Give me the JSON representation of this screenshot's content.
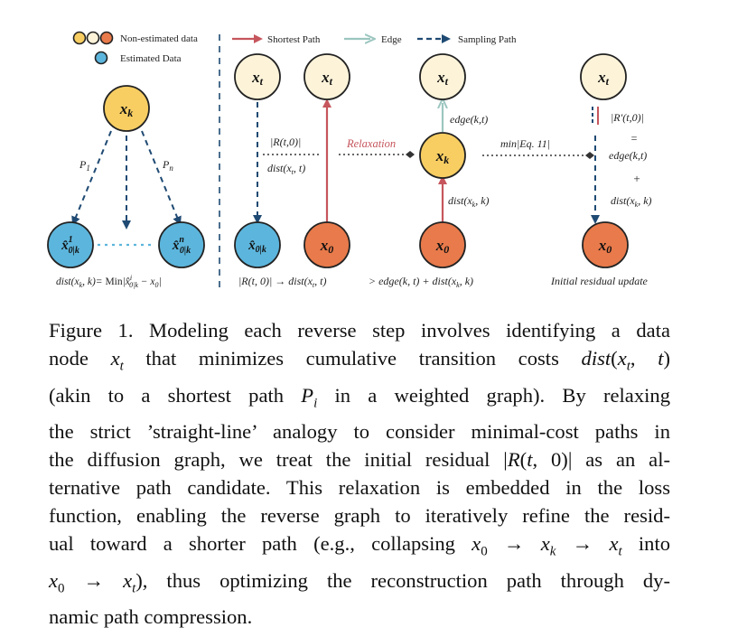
{
  "legend": {
    "non_estimated": "Non-estimated data",
    "estimated": "Estimated Data",
    "shortest_path": "Shortest Path",
    "edge": "Edge",
    "sampling_path": "Sampling Path"
  },
  "colors": {
    "yellow": "#f8ce63",
    "cream": "#fcf3d9",
    "orange": "#e87a4b",
    "blue": "#5cb5dc",
    "dark": "#1f4a73",
    "red_arrow": "#c6565d",
    "edge_arrow": "#9cc6c0"
  },
  "panel_a": {
    "top_node": "x_k",
    "left_node": "x̂0|k¹",
    "right_node": "x̂0|kⁿ",
    "p_left": "P1",
    "p_right": "Pn",
    "bottom_formula": "dist(xk,k)= Min|x̂0|kⁱ − x0|"
  },
  "panel_b": {
    "top_node": "x_t",
    "bottom_node": "x0",
    "residual": "|R(t,0)|",
    "dist_label": "dist(xt,t)",
    "target_node": "x̂0|k",
    "bottom_caption": "|R(t,0)| → dist(xt,t)"
  },
  "panel_c": {
    "relaxation": "Relaxation",
    "top_node": "x_t",
    "mid_node": "x_k",
    "bottom_node": "x0",
    "edge_label": "edge(k,t)",
    "dist_label": "dist(xk,k)",
    "bottom_caption": "> edge(k,t) + dist(xk,k)",
    "min_eq": "min|Eq. 11|"
  },
  "panel_d": {
    "top_node": "x_t",
    "bottom_node": "x0",
    "r_prime": "|R′(t,0)|",
    "equals": "=",
    "edge_label": "edge(k,t)",
    "plus": "+",
    "dist_label": "dist(xk,k)",
    "bottom_caption": "Initial residual update"
  },
  "caption": {
    "lines": [
      "Figure 1. Modeling each reverse step involves identifying a data",
      "node xt that minimizes cumulative transition costs dist(xt, t)",
      "(akin to a shortest path Pi in a weighted graph). By relaxing",
      "the strict ’straight-line’ analogy to consider minimal-cost paths in",
      "the diffusion graph, we treat the initial residual |R(t, 0)| as an al-",
      "ternative path candidate. This relaxation is embedded in the loss",
      "function, enabling the reverse graph to iteratively refine the resid-",
      "ual toward a shorter path (e.g., collapsing x0 → xk → xt into",
      "x0 → xt), thus optimizing the reconstruction path through dy-",
      "namic path compression."
    ]
  }
}
